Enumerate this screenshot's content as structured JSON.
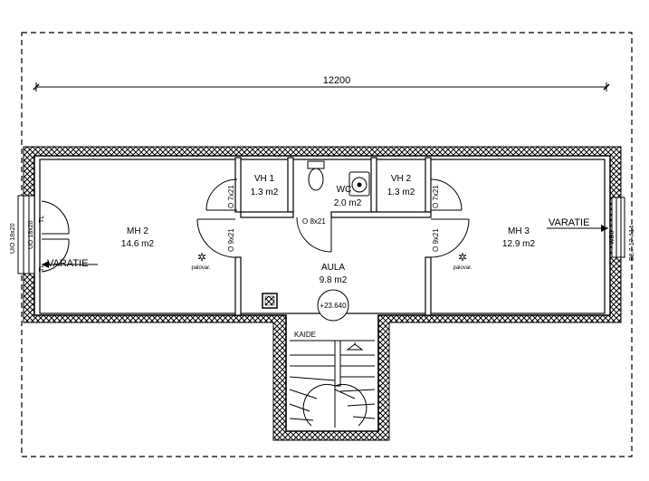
{
  "dimension": "12200",
  "rooms": {
    "mh2": {
      "name": "MH 2",
      "area": "14.6 m2"
    },
    "vh1": {
      "name": "VH 1",
      "area": "1.3 m2"
    },
    "wc": {
      "name": "WC",
      "area": "2.0 m2"
    },
    "vh2": {
      "name": "VH 2",
      "area": "1.3 m2"
    },
    "mh3": {
      "name": "MH 3",
      "area": "12.9 m2"
    },
    "aula": {
      "name": "AULA",
      "area": "9.8 m2"
    }
  },
  "doors": {
    "vh1": "O 7x21",
    "mh2": "O 9x21",
    "aula": "O 8x21",
    "vh2": "O 7x21",
    "mh3": "O 9x21"
  },
  "labels": {
    "varatie_left": "VARATIE",
    "varatie_right": "VARATIE",
    "palovar_left": "palovar.",
    "palovar_right": "palovar.",
    "elevation": "+23.640",
    "kaide": "KAIDE",
    "tl_top": "TL",
    "tl_bottom": "TL",
    "win_left_outer": "UIO 18x20",
    "win_left_inner": "UO 18x20",
    "win_right_outer": "B8.7-17-A14",
    "win_right_inner": "WD0"
  }
}
